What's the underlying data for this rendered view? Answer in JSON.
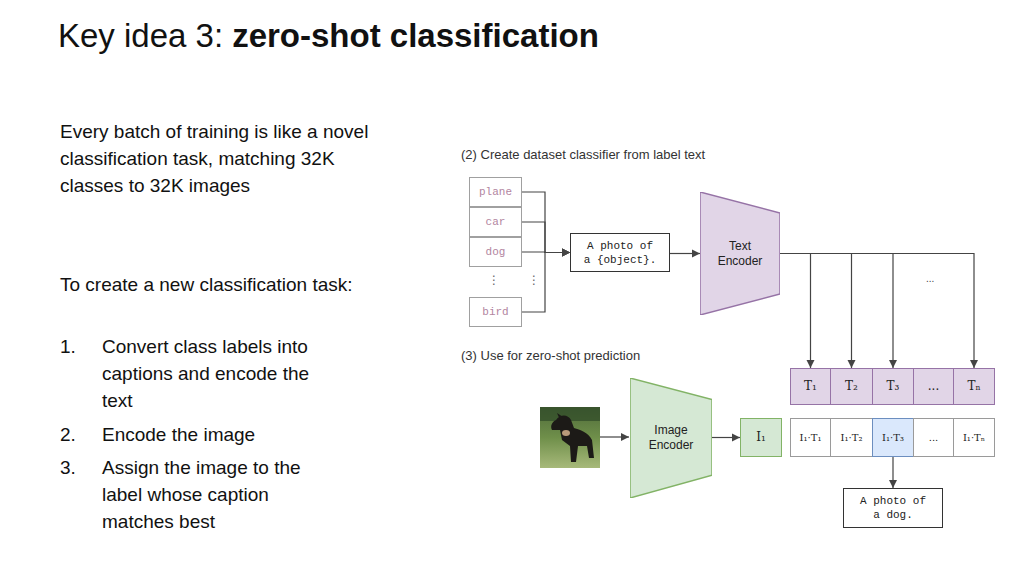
{
  "diagram": {
    "title": "Key idea 3:",
    "nodes": [
      {
        "text": [
          "plane"
        ]
      },
      {
        "text": [
          "car"
        ]
      },
      {
        "text": [
          "dog"
        ]
      },
      {
        "text": [
          "bird"
        ]
      },
      {
        "text": [
          "A photo of a {object}."
        ]
      },
      {
        "text": [
          "Text Encoder"
        ]
      },
      {
        "text": [
          "T₁"
        ]
      },
      {
        "text": [
          "T₂"
        ]
      },
      {
        "text": [
          "T₃"
        ]
      },
      {
        "text": [
          "..."
        ]
      },
      {
        "text": [
          "Tₙ"
        ]
      },
      {
        "text": [
          "Image Encoder"
        ]
      },
      {
        "text": [
          "I₁"
        ]
      },
      {
        "text": [
          "I₁·T₁"
        ]
      },
      {
        "text": [
          "I₁·T₂"
        ]
      },
      {
        "text": [
          "I₁·T₃"
        ]
      },
      {
        "text": [
          "..."
        ]
      },
      {
        "text": [
          "I₁·Tₙ"
        ]
      },
      {
        "text": [
          "A photo of a dog."
        ]
      }
    ],
    "edges": [
      {
        "from": 0,
        "to": 4,
        "arrow": "to"
      },
      {
        "from": 1,
        "to": 4,
        "arrow": "to"
      },
      {
        "from": 2,
        "to": 4,
        "arrow": "to"
      },
      {
        "from": 3,
        "to": 4,
        "arrow": "to"
      },
      {
        "from": 4,
        "to": 5,
        "arrow": "to"
      },
      {
        "from": 5,
        "to": 6,
        "arrow": "to"
      },
      {
        "from": 5,
        "to": 7,
        "arrow": "to"
      },
      {
        "from": 5,
        "to": 8,
        "arrow": "to"
      },
      {
        "from": 5,
        "to": 10,
        "arrow": "to"
      },
      {
        "from": 11,
        "to": 12,
        "arrow": "to"
      },
      {
        "from": 15,
        "to": 18,
        "arrow": "to"
      }
    ],
    "labels": [
      "zero-shot classification",
      "Every batch of training is like a novel classification task, matching 32K classes to 32K images",
      "To create a new classification task:",
      "1.",
      "Convert class labels into captions and encode the text",
      "2.",
      "Encode the image",
      "3.",
      "Assign the image to the label whose caption matches best",
      "(2) Create dataset classifier from label text",
      "⋮",
      "⋮",
      "...",
      "(3) Use for zero-shot prediction"
    ]
  }
}
